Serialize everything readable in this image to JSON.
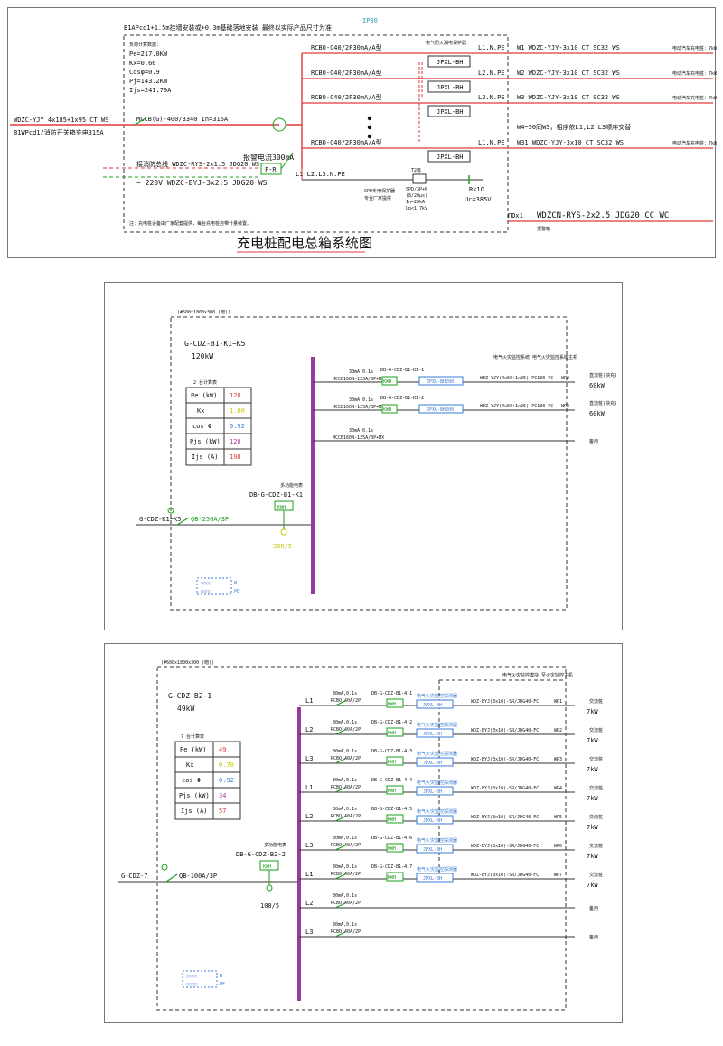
{
  "colors": {
    "red": "#e03a3a",
    "green": "#1aa01a",
    "purple": "#9a3aa0",
    "blue": "#3a7bd5",
    "yellow": "#c9c400",
    "cyan": "#2aa0b0"
  },
  "d1": {
    "title": "充电桩配电总箱系统图",
    "header": "B1APcd1+1.5m挂墙安装或+0.3m基础落地安装  最终以实际产品尺寸为准",
    "ip": "IP30",
    "calc_title": "负荷计算数据：",
    "calc": [
      "Pe=217.0KW",
      "Kx=0.66",
      "Cosφ=0.9",
      "Pj=143.2KW",
      "Ijs=241.79A"
    ],
    "incoming": "WDZC-YJY 4x185+1x95 CT WS",
    "source": "B1WPcd1/消防开关箱充电315A",
    "main_breaker": "MCCB(G)-400/3340 In=315A",
    "rcbo": "RCBO-C40/2P30mA/A型",
    "jpxl": "JPXL-BH",
    "jpxl_note": "电气防火漏电保护器",
    "phase": [
      "L1.N.PE",
      "L2.N.PE",
      "L3.N.PE",
      "L1.N.PE"
    ],
    "circuits": [
      "W1 WDZC-YJY-3x10 CT SC32 WS",
      "W2 WDZC-YJY-3x10 CT SC32 WS",
      "W3 WDZC-YJY-3x10 CT SC32 WS",
      "W31 WDZC-YJY-3x10 CT SC32 WS"
    ],
    "w4_note": "W4~30同W3，相序依L1,L2,L3顺序交替",
    "load": "电动汽车充电桩：7kW",
    "fire_bus": "接消防总线 WDZC-RYS-2x1.5 JDG20 WS",
    "ac220": "~ 220V WDZC-BYJ-3x2.5 JDG20 WS",
    "leak": "报警电流300mA",
    "bus": "L1.L2.L3.N.PE",
    "fr": "F-R",
    "spd1": "SPD专用保护器",
    "spd1b": "专业厂家提供",
    "spd2": "SPD/3P+N",
    "spd2b": "(8/20μs)",
    "spd2c": "In=20kA",
    "spd2d": "Up<1.7kV",
    "r1": "R<1Ω",
    "uc": "Uc=385V",
    "t2": "T2级",
    "ga": "ΠDx1",
    "out_alarm": "WDZCN-RYS-2x2.5 JDG20 CC WC",
    "out_alarm_note": "报警箱",
    "note": "注：充电桩设备由厂家配套提供，每台充电桩自带计量装置。"
  },
  "d2": {
    "box": "(#600x1800x300 (暗))",
    "name": "G-CDZ-B1-K1~K5",
    "power": "120kW",
    "tbl_title": "2 台计算表",
    "table": [
      [
        "Pe (kW)",
        "120"
      ],
      [
        "Kx",
        "1.00"
      ],
      [
        "cos Φ",
        "0.92"
      ],
      [
        "Pjs (kW)",
        "120"
      ],
      [
        "Ijs (A)",
        "198"
      ]
    ],
    "incoming": "G-CDZ-K1~K5",
    "main_breaker": "QB-250A/3P",
    "meter_name": "DB-G-CDZ-B1-K1",
    "meter_note": "多功能电表",
    "kwh": "KWH",
    "ct": "300/5",
    "branches": [
      {
        "rcd": "30mA,0.1s",
        "breaker": "MCCB160N-125A/3P+MX",
        "db": "DB-G-CDZ-B1-K1-1",
        "jpxl": "JPXL-BH200",
        "cable": "WDZ-YJY(4x50+1x25)-PC100-FC",
        "wp": "WP2",
        "load": "60kW",
        "load_note": "直流桩(快充)"
      },
      {
        "rcd": "30mA,0.1s",
        "breaker": "MCCB160N-125A/3P+MX",
        "db": "DB-G-CDZ-B1-K1-2",
        "jpxl": "JPXL-BH200",
        "cable": "WDZ-YJY(4x50+1x25)-PC100-FC",
        "wp": "WP2",
        "load": "60kW",
        "load_note": "直流桩(快充)"
      },
      {
        "rcd": "30mA,0.1s",
        "breaker": "MCCB160N-125A/3P+MX",
        "load_note": "备用"
      }
    ],
    "fire_note": "电气火灾监控系统 电气火灾监控系统主机",
    "n_label": "N",
    "pe_label": "PE"
  },
  "d3": {
    "box": "(#600x1800x300 (暗))",
    "name": "G-CDZ-B2-1",
    "power": "49kW",
    "tbl_title": "7 台计算表",
    "table": [
      [
        "Pe (kW)",
        "49"
      ],
      [
        "Kx",
        "0.70"
      ],
      [
        "cos Φ",
        "0.92"
      ],
      [
        "Pjs (kW)",
        "34"
      ],
      [
        "Ijs (A)",
        "57"
      ]
    ],
    "incoming": "G-CDZ-7",
    "main_breaker": "QB-100A/3P",
    "meter_name": "DB-G-CDZ-B2-2",
    "meter_note": "多功能电表",
    "kwh": "KWH",
    "ct": "100/5",
    "fire_note": "电气火灾监控模块 至火灾监控主机",
    "branches": [
      {
        "ph": "L1",
        "rcd": "30mA,0.1s",
        "breaker": "RCBO-40A/2P",
        "db": "DB-G-CDZ-B1-4-1",
        "cable": "WDZ-BYJ(3x10)-SR/JDG40-FC",
        "wp": "WP1",
        "load": "7kW",
        "load_note": "交流桩"
      },
      {
        "ph": "L2",
        "rcd": "30mA,0.1s",
        "breaker": "RCBO-40A/2P",
        "db": "DB-G-CDZ-B1-4-2",
        "cable": "WDZ-BYJ(3x10)-SR/JDG40-FC",
        "wp": "WP2",
        "load": "7kW",
        "load_note": "交流桩"
      },
      {
        "ph": "L3",
        "rcd": "30mA,0.1s",
        "breaker": "RCBO-40A/2P",
        "db": "DB-G-CDZ-B1-4-3",
        "cable": "WDZ-BYJ(3x10)-SR/JDG40-FC",
        "wp": "WP3",
        "load": "7kW",
        "load_note": "交流桩"
      },
      {
        "ph": "L1",
        "rcd": "30mA,0.1s",
        "breaker": "RCBO-40A/2P",
        "db": "DB-G-CDZ-B1-4-4",
        "cable": "WDZ-BYJ(3x10)-SR/JDG40-FC",
        "wp": "WP4",
        "load": "7kW",
        "load_note": "交流桩"
      },
      {
        "ph": "L2",
        "rcd": "30mA,0.1s",
        "breaker": "RCBO-40A/2P",
        "db": "DB-G-CDZ-B1-4-5",
        "cable": "WDZ-BYJ(3x10)-SR/JDG40-FC",
        "wp": "WP5",
        "load": "7kW",
        "load_note": "交流桩"
      },
      {
        "ph": "L3",
        "rcd": "30mA,0.1s",
        "breaker": "RCBO-40A/2P",
        "db": "DB-G-CDZ-B1-4-6",
        "cable": "WDZ-BYJ(3x10)-SR/JDG40-FC",
        "wp": "WP6",
        "load": "7kW",
        "load_note": "交流桩"
      },
      {
        "ph": "L1",
        "rcd": "30mA,0.1s",
        "breaker": "RCBO-40A/2P",
        "db": "DB-G-CDZ-B1-4-7",
        "cable": "WDZ-BYJ(3x10)-SR/JDG40-FC",
        "wp": "WP7",
        "load": "7kW",
        "load_note": "交流桩"
      },
      {
        "ph": "L2",
        "rcd": "30mA,0.1s",
        "breaker": "RCBO-40A/2P",
        "load_note": "备用"
      },
      {
        "ph": "L3",
        "rcd": "30mA,0.1s",
        "breaker": "RCBO-40A/2P",
        "load_note": "备用"
      }
    ],
    "jpxl": "JPXL-BH",
    "jpxl_note": "电气火灾监控探测器",
    "n_label": "N",
    "pe_label": "PE"
  }
}
